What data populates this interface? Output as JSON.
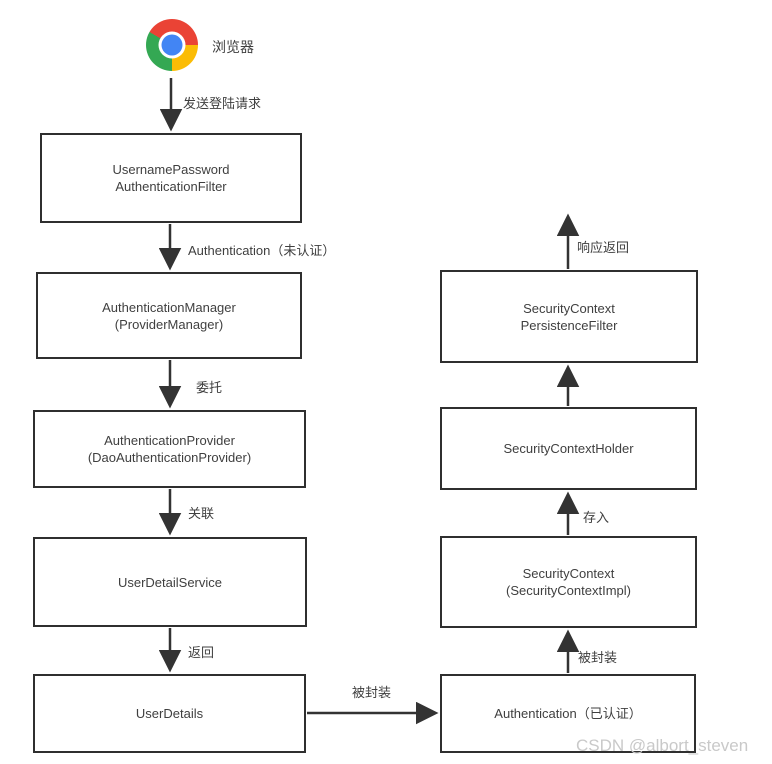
{
  "browser": {
    "label": "浏览器"
  },
  "nodes": [
    {
      "id": "username-password-authentication-filter",
      "label": "UsernamePassword\nAuthenticationFilter"
    },
    {
      "id": "authentication-manager",
      "label": "AuthenticationManager\n(ProviderManager)"
    },
    {
      "id": "authentication-provider",
      "label": "AuthenticationProvider\n(DaoAuthenticationProvider)"
    },
    {
      "id": "user-detail-service",
      "label": "UserDetailService"
    },
    {
      "id": "user-details",
      "label": "UserDetails"
    },
    {
      "id": "authentication-authenticated",
      "label": "Authentication（已认证）"
    },
    {
      "id": "security-context",
      "label": "SecurityContext\n(SecurityContextImpl)"
    },
    {
      "id": "security-context-holder",
      "label": "SecurityContextHolder"
    },
    {
      "id": "security-context-persistence-filter",
      "label": "SecurityContext\nPersistenceFilter"
    }
  ],
  "edges": {
    "send_login": "发送登陆请求",
    "auth_unauthenticated": "Authentication（未认证）",
    "delegate": "委托",
    "associate": "关联",
    "return": "返回",
    "wrapped_horizontal": "被封装",
    "wrapped_vertical": "被封装",
    "store": "存入",
    "response_return": "响应返回"
  },
  "watermark": "CSDN @albort_steven",
  "colors": {
    "line": "#333333",
    "border": "#2f2f2f",
    "text": "#3f3f3f",
    "watermark": "#c9c9c9",
    "chrome_red": "#ea4335",
    "chrome_yellow": "#fbbc05",
    "chrome_green": "#34a853",
    "chrome_blue": "#4285f4"
  }
}
